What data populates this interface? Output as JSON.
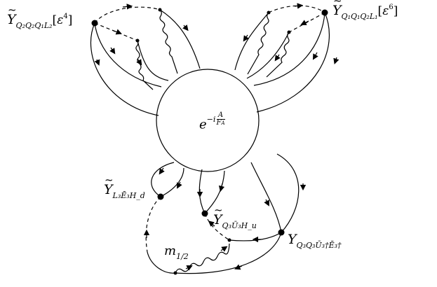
{
  "central_blob": {
    "label_base": "e",
    "label_exponent": "−i A/F_A",
    "exp_minus_i": "−i",
    "exp_num": "A",
    "exp_den": "F",
    "exp_den_sub": "A"
  },
  "vertices": {
    "top_left": {
      "base": "Y",
      "sub": "Q₂Q₂Q₁L₂",
      "order_open": "[",
      "eps": "ε",
      "power": "4",
      "order_close": "]"
    },
    "top_right": {
      "base": "Y",
      "sub": "Q₁Q₁Q₂L₁",
      "order_open": "[",
      "eps": "ε",
      "power": "6",
      "order_close": "]"
    },
    "mid_left": {
      "base": "Y",
      "sub": "L₃Ē₃H_d"
    },
    "mid_center": {
      "base": "Y",
      "sub": "Q₃Ū₃H_u"
    },
    "bottom_right": {
      "base": "Y",
      "sub": "Q₃Q₃Ū₃†Ē₃†"
    }
  },
  "mass_insertion": {
    "base": "m",
    "sub": "1/2"
  },
  "colors": {
    "ink": "#000000",
    "background": "#ffffff"
  }
}
